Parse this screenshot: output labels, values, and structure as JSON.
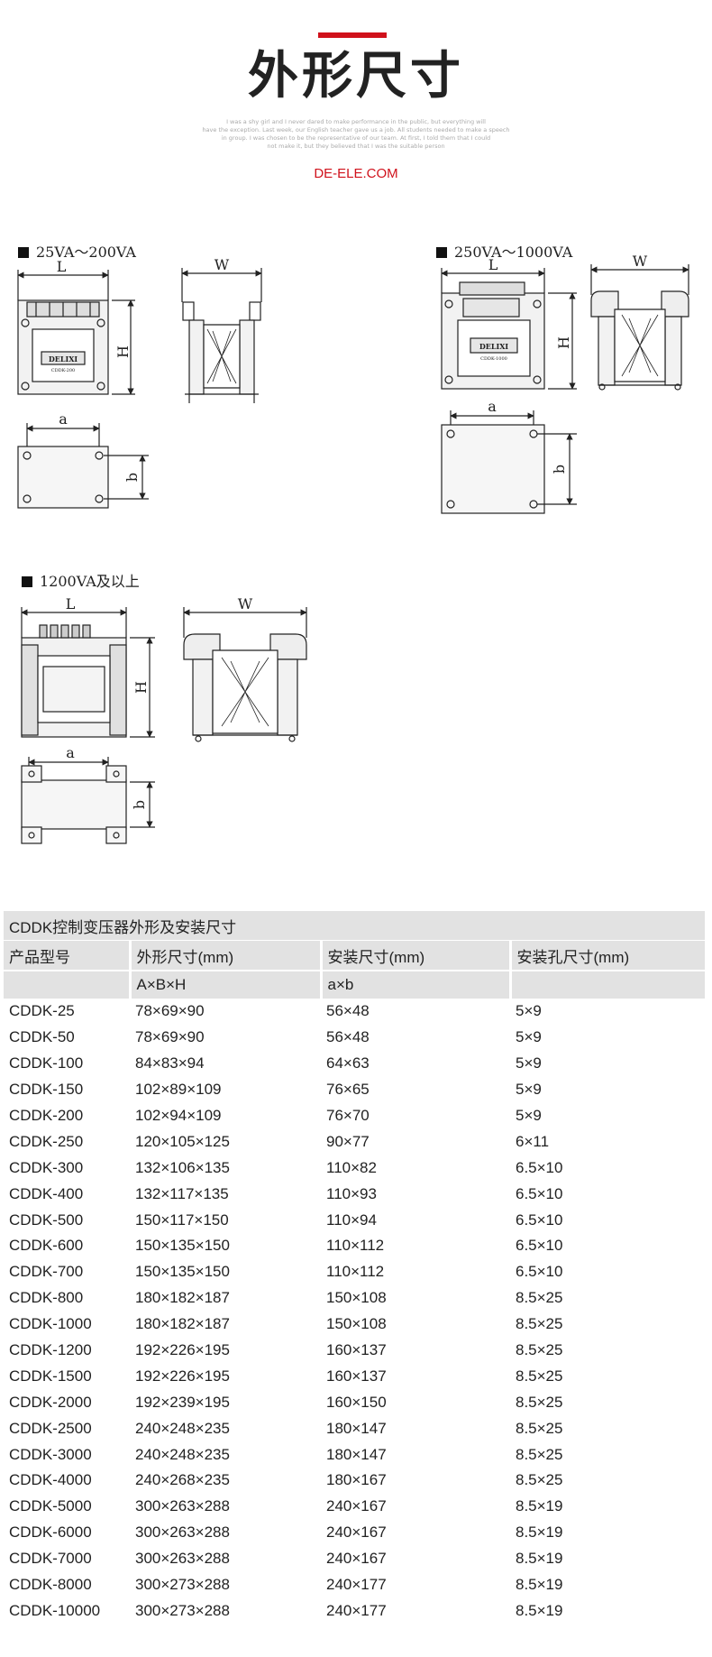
{
  "header": {
    "title": "外形尺寸",
    "subtitle_lines": [
      "I was a shy girl and I never dared to make performance in the public, but everything will",
      "have the exception. Last week, our English teacher gave us a job. All students needed to make a speech",
      "in group. I was chosen to be the representative of our team. At first, I told them that I could",
      "not make it, but they believed that I was the suitable person"
    ],
    "website": "DE-ELE.COM",
    "accent_color": "#d0111b"
  },
  "drawings": {
    "section_1": {
      "label": "25VA～200VA",
      "front_dims": {
        "width": "L",
        "height": "H"
      },
      "side_dims": {
        "width": "W"
      },
      "bottom_dims": {
        "width": "a",
        "height": "b"
      },
      "brand": "DELIXI",
      "model_plate": "CDDK-200"
    },
    "section_2": {
      "label": "250VA～1000VA",
      "front_dims": {
        "width": "L",
        "height": "H"
      },
      "side_dims": {
        "width": "W"
      },
      "bottom_dims": {
        "width": "a",
        "height": "b"
      },
      "brand": "DELIXI",
      "model_plate": "CDDK-1000"
    },
    "section_3": {
      "label": "1200VA及以上",
      "front_dims": {
        "width": "L",
        "height": "H"
      },
      "side_dims": {
        "width": "W"
      },
      "bottom_dims": {
        "width": "a",
        "height": "b"
      }
    }
  },
  "table": {
    "caption": "CDDK控制变压器外形及安装尺寸",
    "columns": [
      "产品型号",
      "外形尺寸(mm)",
      "安装尺寸(mm)",
      "安装孔尺寸(mm)"
    ],
    "units": [
      "",
      "A×B×H",
      "a×b",
      ""
    ],
    "rows": [
      [
        "CDDK-25",
        "78×69×90",
        "56×48",
        "5×9"
      ],
      [
        "CDDK-50",
        "78×69×90",
        "56×48",
        "5×9"
      ],
      [
        "CDDK-100",
        "84×83×94",
        "64×63",
        "5×9"
      ],
      [
        "CDDK-150",
        "102×89×109",
        "76×65",
        "5×9"
      ],
      [
        "CDDK-200",
        "102×94×109",
        "76×70",
        "5×9"
      ],
      [
        "CDDK-250",
        "120×105×125",
        "90×77",
        "6×11"
      ],
      [
        "CDDK-300",
        "132×106×135",
        "110×82",
        "6.5×10"
      ],
      [
        "CDDK-400",
        "132×117×135",
        "110×93",
        "6.5×10"
      ],
      [
        "CDDK-500",
        "150×117×150",
        "110×94",
        "6.5×10"
      ],
      [
        "CDDK-600",
        "150×135×150",
        "110×112",
        "6.5×10"
      ],
      [
        "CDDK-700",
        "150×135×150",
        "110×112",
        "6.5×10"
      ],
      [
        "CDDK-800",
        "180×182×187",
        "150×108",
        "8.5×25"
      ],
      [
        "CDDK-1000",
        "180×182×187",
        "150×108",
        "8.5×25"
      ],
      [
        "CDDK-1200",
        "192×226×195",
        "160×137",
        "8.5×25"
      ],
      [
        "CDDK-1500",
        "192×226×195",
        "160×137",
        "8.5×25"
      ],
      [
        "CDDK-2000",
        "192×239×195",
        "160×150",
        "8.5×25"
      ],
      [
        "CDDK-2500",
        "240×248×235",
        "180×147",
        "8.5×25"
      ],
      [
        "CDDK-3000",
        "240×248×235",
        "180×147",
        "8.5×25"
      ],
      [
        "CDDK-4000",
        "240×268×235",
        "180×167",
        "8.5×25"
      ],
      [
        "CDDK-5000",
        "300×263×288",
        "240×167",
        "8.5×19"
      ],
      [
        "CDDK-6000",
        "300×263×288",
        "240×167",
        "8.5×19"
      ],
      [
        "CDDK-7000",
        "300×263×288",
        "240×167",
        "8.5×19"
      ],
      [
        "CDDK-8000",
        "300×273×288",
        "240×177",
        "8.5×19"
      ],
      [
        "CDDK-10000",
        "300×273×288",
        "240×177",
        "8.5×19"
      ]
    ]
  }
}
